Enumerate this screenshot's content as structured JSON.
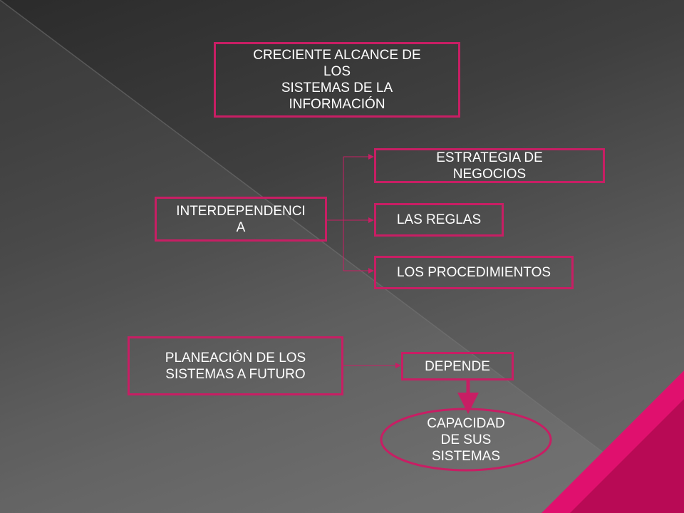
{
  "nodes": {
    "creciente": {
      "lines": [
        "CRECIENTE ALCANCE DE",
        "LOS",
        "SISTEMAS DE LA",
        "INFORMACIÓN"
      ]
    },
    "estrategia": {
      "lines": [
        "ESTRATEGIA DE",
        "NEGOCIOS"
      ]
    },
    "interdependencia": {
      "lines": [
        "INTERDEPENDENCI",
        "A"
      ]
    },
    "reglas": {
      "lines": [
        "LAS REGLAS"
      ]
    },
    "procedimientos": {
      "lines": [
        "LOS PROCEDIMIENTOS"
      ]
    },
    "planeacion": {
      "lines": [
        "PLANEACIÓN DE LOS",
        "SISTEMAS A FUTURO"
      ]
    },
    "depende": {
      "lines": [
        "DEPENDE"
      ]
    },
    "capacidad": {
      "lines": [
        "CAPACIDAD",
        "DE SUS",
        "SISTEMAS"
      ]
    }
  },
  "colors": {
    "accent": "#c81e64",
    "text": "#ffffff",
    "corner_accent": "#e0106e"
  }
}
